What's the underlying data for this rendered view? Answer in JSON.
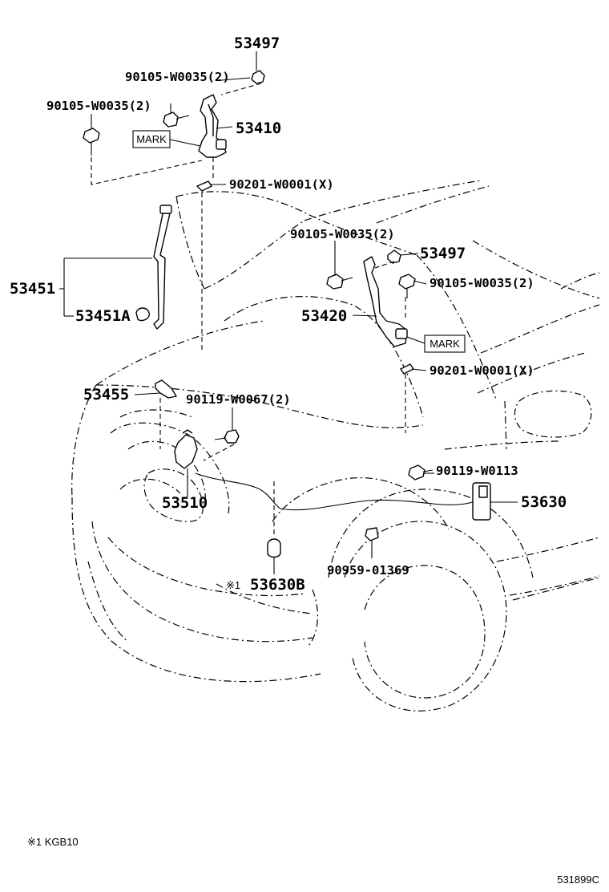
{
  "diagram": {
    "part_labels": {
      "p53497_top": "53497",
      "p90105_a": "90105-W0035(2)",
      "p90105_b": "90105-W0035(2)",
      "p53410": "53410",
      "mark_left": "MARK",
      "p90201_top": "90201-W0001(X)",
      "p90105_c": "90105-W0035(2)",
      "p53497_right": "53497",
      "p90105_d": "90105-W0035(2)",
      "p53451": "53451",
      "p53451A": "53451A",
      "p53420": "53420",
      "mark_right": "MARK",
      "p90201_right": "90201-W0001(X)",
      "p53455": "53455",
      "p90119_w0067": "90119-W0067(2)",
      "p90119_w0113": "90119-W0113",
      "p53510": "53510",
      "p53630": "53630",
      "p90959": "90959-01369",
      "note_marker": "※1",
      "p53630B": "53630B"
    },
    "footnote": "※1 KGB10",
    "figure_code": "531899C"
  }
}
